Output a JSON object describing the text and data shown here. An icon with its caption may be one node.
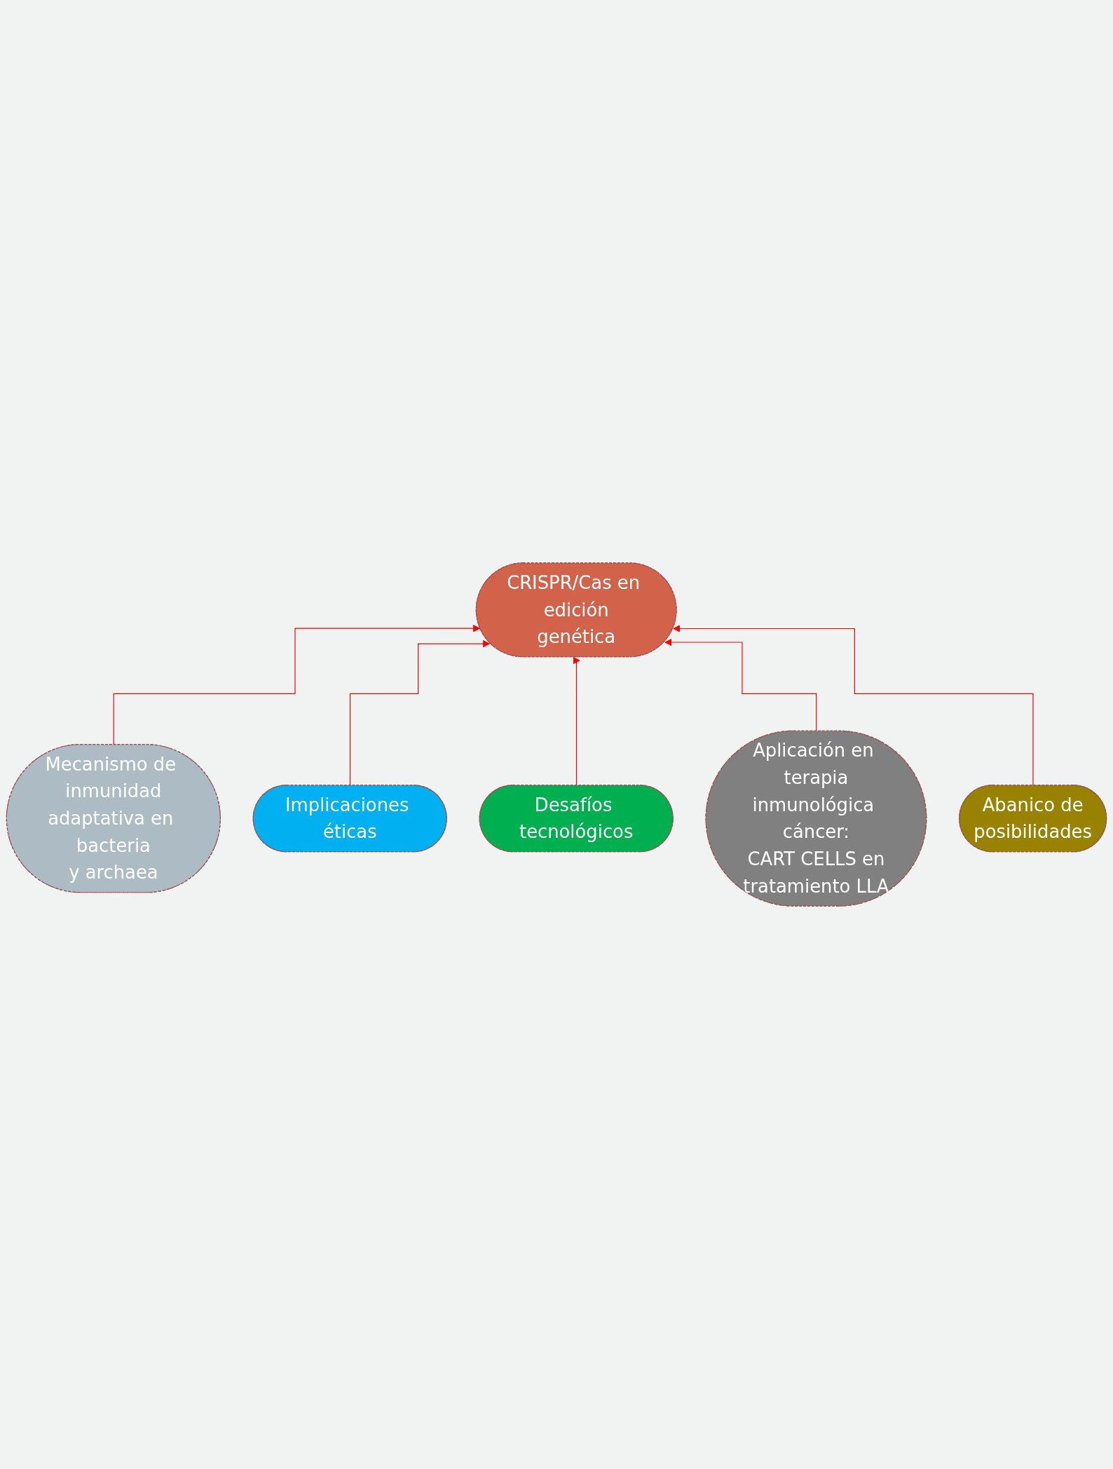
{
  "diagram": {
    "nodes": [
      {
        "text": [
          "Mecanismo de inmunidad adaptativa en bacteria y archaea"
        ]
      },
      {
        "text": [
          "Implicaciones éticas"
        ]
      },
      {
        "text": [
          "CRISPR/Cas en edición genética"
        ]
      },
      {
        "text": [
          "Desafíos tecnológicos"
        ]
      },
      {
        "text": [
          "Aplicación en terapia inmunológica cáncer: CART CELLS en tratamiento LLA"
        ]
      },
      {
        "text": [
          "Abanico de posibilidades"
        ]
      }
    ],
    "edges": [
      {
        "from": 0,
        "to": 2,
        "arrow": "to",
        "color": "#ff0000"
      },
      {
        "from": 1,
        "to": 2,
        "arrow": "to",
        "color": "#ff0000"
      },
      {
        "from": 3,
        "to": 2,
        "arrow": "to",
        "color": "#ff0000"
      },
      {
        "from": 4,
        "to": 2,
        "arrow": "to",
        "color": "#ff0000"
      },
      {
        "from": 5,
        "to": 2,
        "arrow": "to",
        "color": "#ff0000"
      }
    ]
  }
}
